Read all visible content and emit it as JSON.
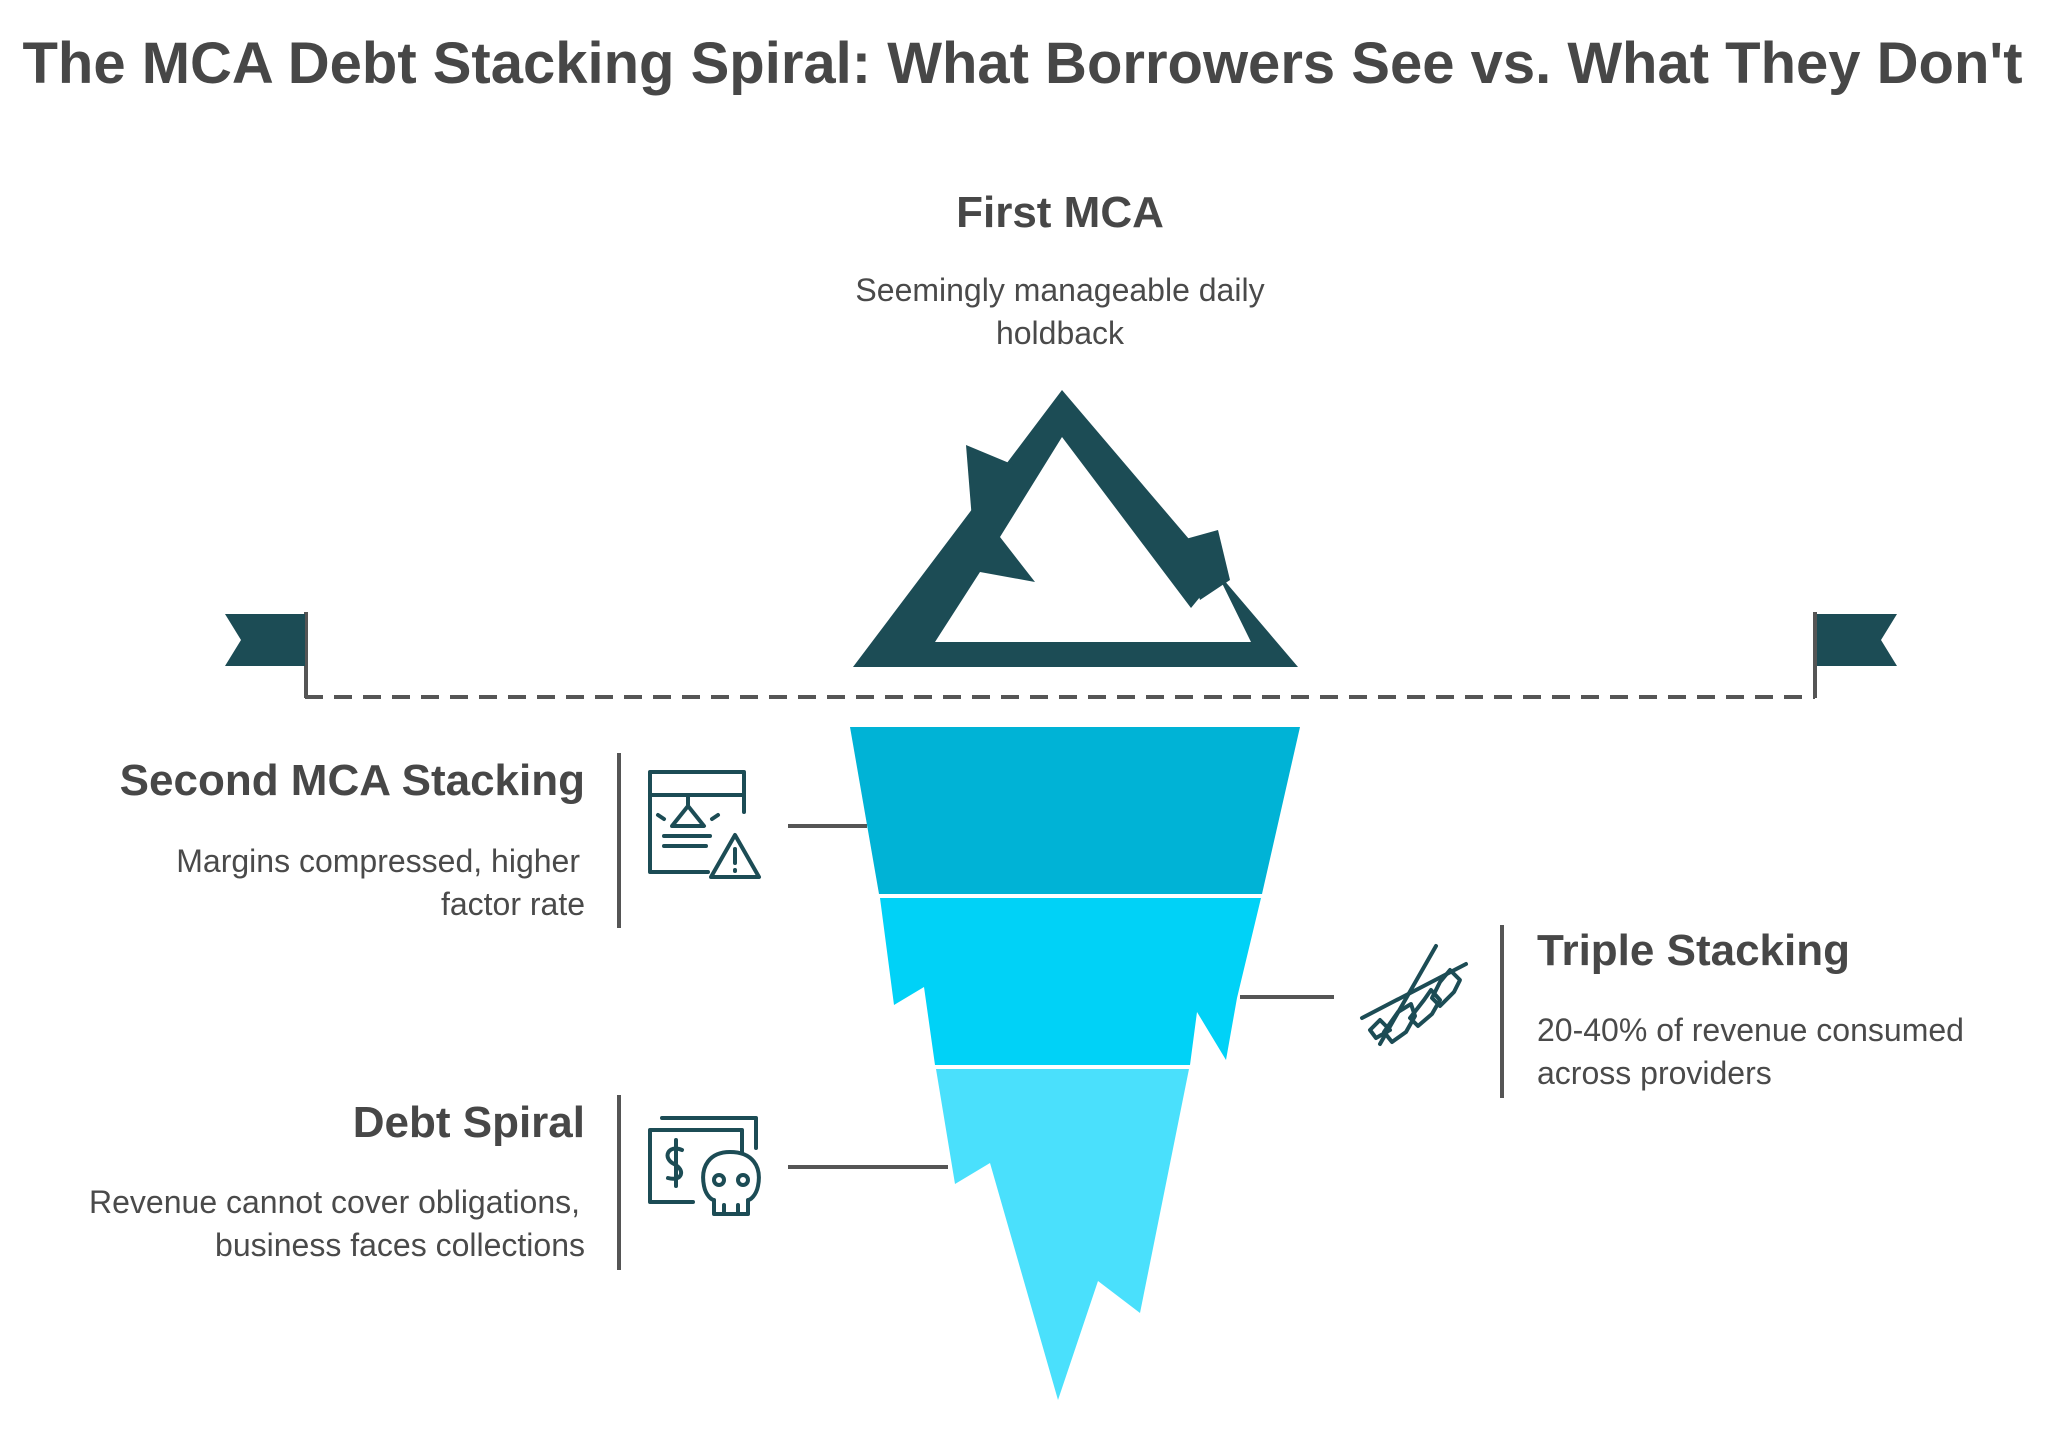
{
  "title": "The MCA Debt Stacking Spiral: What Borrowers See vs. What They Don't",
  "colors": {
    "dark_teal": "#1c4c55",
    "layer_top": "#00b3d6",
    "layer_middle": "#00d2f7",
    "layer_bottom": "#4ae0fc",
    "text": "#474747",
    "line": "#555555"
  },
  "above": {
    "heading": "First MCA",
    "description_line1": "Seemingly manageable daily",
    "description_line2": "holdback",
    "icon": "mountain-peak-icon"
  },
  "below": [
    {
      "heading": "Second MCA Stacking",
      "description_line1": "Margins compressed, higher",
      "description_line2": "factor rate",
      "icon": "document-warning-icon"
    },
    {
      "heading": "Triple Stacking",
      "description_line1": "20-40% of revenue consumed",
      "description_line2": "across providers",
      "icon": "chain-links-icon"
    },
    {
      "heading": "Debt Spiral",
      "description_line1": "Revenue cannot cover obligations,",
      "description_line2": "business faces collections",
      "icon": "money-skull-icon"
    }
  ],
  "waterline": {
    "left_icon": "flag-left-icon",
    "right_icon": "flag-right-icon"
  }
}
